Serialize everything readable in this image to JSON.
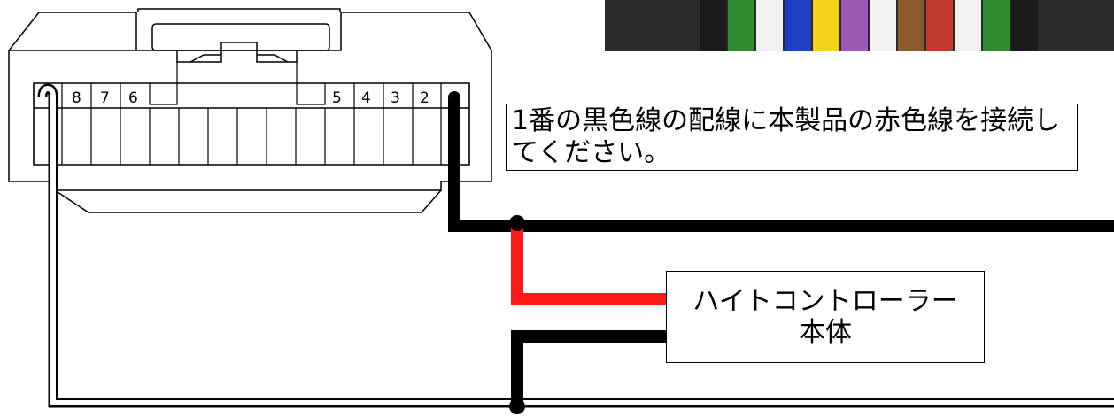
{
  "connector": {
    "pins_left": [
      "8",
      "7",
      "6"
    ],
    "pins_right": [
      "5",
      "4",
      "3",
      "2"
    ]
  },
  "note": {
    "text": "1番の黒色線の配線に本製品の赤色線を接続してください。"
  },
  "unit": {
    "line1": "ハイトコントローラー",
    "line2": "本体"
  },
  "wire_colors": {
    "ground": "#000000",
    "power": "#ff1a1a",
    "signal": "#ffffff"
  },
  "photo_wire_colors": [
    "#1a1a1a",
    "#2e8b2e",
    "#f0f0f0",
    "#1e3fbf",
    "#f2d21b",
    "#9b59b6",
    "#f0f0f0",
    "#8b5a2b",
    "#c0392b",
    "#f0f0f0",
    "#2e8b2e",
    "#1a1a1a"
  ]
}
